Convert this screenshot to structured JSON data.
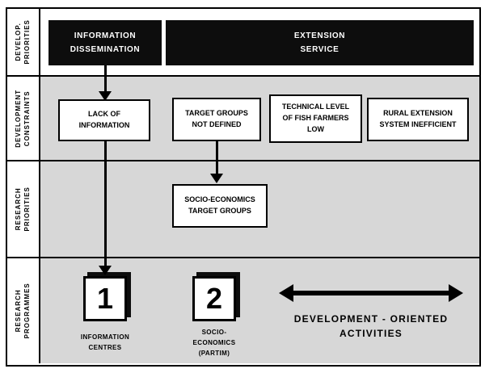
{
  "sidebar": {
    "rows": [
      {
        "label": "DEVELOP.\nPRIORITIES"
      },
      {
        "label": "DEVELOPMENT\nCONSTRAINTS"
      },
      {
        "label": "RESEARCH\nPRIORITIES"
      },
      {
        "label": "RESEARCH\nPROGRAMMES"
      }
    ]
  },
  "priorities": {
    "boxes": [
      {
        "label": "INFORMATION\nDISSEMINATION"
      },
      {
        "label": "EXTENSION\nSERVICE"
      }
    ]
  },
  "constraints": {
    "boxes": [
      {
        "label": "LACK OF\nINFORMATION"
      },
      {
        "label": "TARGET GROUPS\nNOT DEFINED"
      },
      {
        "label": "TECHNICAL LEVEL\nOF FISH FARMERS\nLOW"
      },
      {
        "label": "RURAL EXTENSION\nSYSTEM INEFFICIENT"
      }
    ]
  },
  "research": {
    "boxes": [
      {
        "label": "SOCIO-ECONOMICS\nTARGET GROUPS"
      }
    ]
  },
  "programmes": {
    "items": [
      {
        "number": "1",
        "label": "INFORMATION\nCENTRES"
      },
      {
        "number": "2",
        "label": "SOCIO-\nECONOMICS\n(PARTIM)"
      }
    ],
    "activities_label": "DEVELOPMENT - ORIENTED\nACTIVITIES"
  },
  "colors": {
    "header_bg": "#0d0d0d",
    "header_text": "#ffffff",
    "row_bg": "#d7d7d7",
    "box_bg": "#ffffff",
    "border": "#000000"
  }
}
